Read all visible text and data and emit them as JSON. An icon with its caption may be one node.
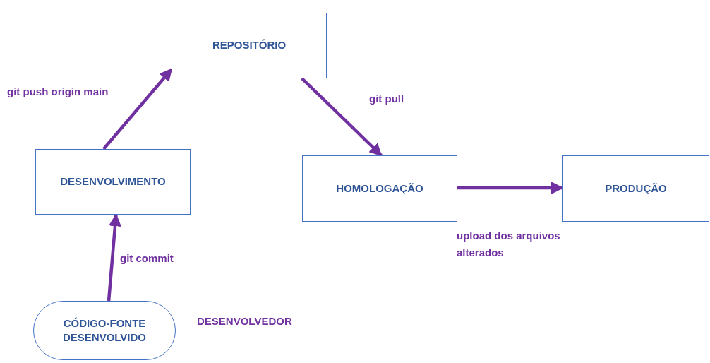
{
  "diagram": {
    "nodes": [
      {
        "text": [
          "REPOSITÓRIO"
        ]
      },
      {
        "text": [
          "DESENVOLVIMENTO"
        ]
      },
      {
        "text": [
          "HOMOLOGAÇÃO"
        ]
      },
      {
        "text": [
          "PRODUÇÃO"
        ]
      },
      {
        "text": [
          "CÓDIGO-FONTE DESENVOLVIDO"
        ],
        "beside": [
          "DESENVOLVEDOR"
        ]
      }
    ],
    "edges": [
      {
        "from": 4,
        "to": 1,
        "arrow": "to",
        "label": "git commit"
      },
      {
        "from": 1,
        "to": 0,
        "arrow": "to",
        "label": "git push origin main"
      },
      {
        "from": 0,
        "to": 2,
        "arrow": "to",
        "label": "git pull"
      },
      {
        "from": 2,
        "to": 3,
        "arrow": "to",
        "label": "upload dos arquivos alterados"
      }
    ]
  }
}
